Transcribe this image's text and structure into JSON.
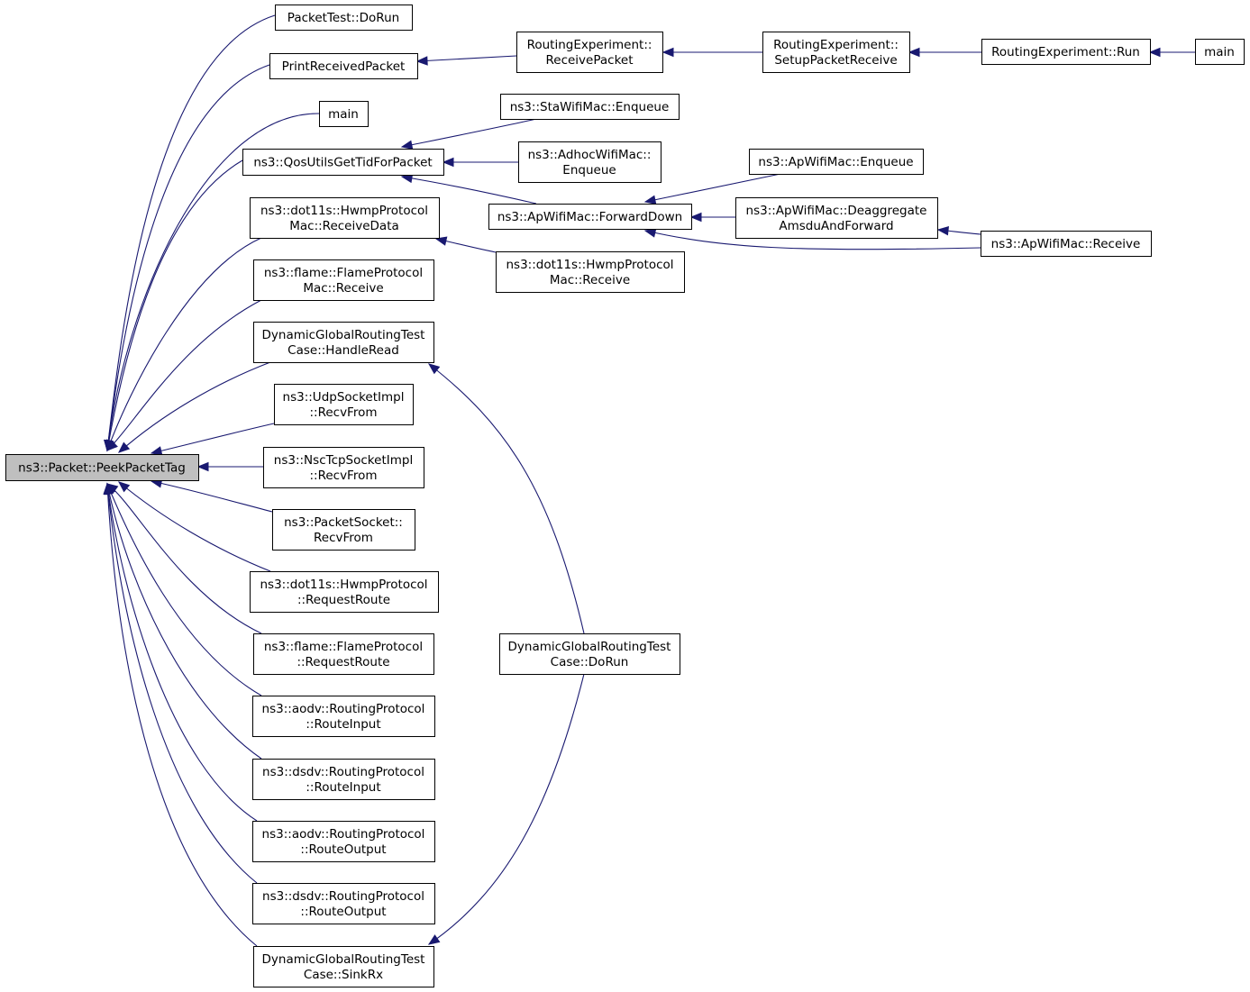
{
  "diagram": {
    "root": "peek_packet_tag",
    "colors": {
      "edge": "#191970",
      "node_border": "#000000",
      "root_fill": "#bfbfbf"
    },
    "nodes": [
      {
        "id": "peek_packet_tag",
        "lines": [
          "ns3::Packet::PeekPacketTag"
        ]
      },
      {
        "id": "packettest_dorun",
        "lines": [
          "PacketTest::DoRun"
        ]
      },
      {
        "id": "print_received_packet",
        "lines": [
          "PrintReceivedPacket"
        ]
      },
      {
        "id": "main_a",
        "lines": [
          "main"
        ]
      },
      {
        "id": "qos_get_tid",
        "lines": [
          "ns3::QosUtilsGetTidForPacket"
        ]
      },
      {
        "id": "hwmp_receive_data",
        "lines": [
          "ns3::dot11s::HwmpProtocol",
          "Mac::ReceiveData"
        ]
      },
      {
        "id": "flame_mac_receive",
        "lines": [
          "ns3::flame::FlameProtocol",
          "Mac::Receive"
        ]
      },
      {
        "id": "dgr_handle_read",
        "lines": [
          "DynamicGlobalRoutingTest",
          "Case::HandleRead"
        ]
      },
      {
        "id": "udp_recvfrom",
        "lines": [
          "ns3::UdpSocketImpl",
          "::RecvFrom"
        ]
      },
      {
        "id": "nsctcp_recvfrom",
        "lines": [
          "ns3::NscTcpSocketImpl",
          "::RecvFrom"
        ]
      },
      {
        "id": "packetsocket_recvfrom",
        "lines": [
          "ns3::PacketSocket::",
          "RecvFrom"
        ]
      },
      {
        "id": "hwmp_request_route",
        "lines": [
          "ns3::dot11s::HwmpProtocol",
          "::RequestRoute"
        ]
      },
      {
        "id": "flame_request_route",
        "lines": [
          "ns3::flame::FlameProtocol",
          "::RequestRoute"
        ]
      },
      {
        "id": "aodv_route_input",
        "lines": [
          "ns3::aodv::RoutingProtocol",
          "::RouteInput"
        ]
      },
      {
        "id": "dsdv_route_input",
        "lines": [
          "ns3::dsdv::RoutingProtocol",
          "::RouteInput"
        ]
      },
      {
        "id": "aodv_route_output",
        "lines": [
          "ns3::aodv::RoutingProtocol",
          "::RouteOutput"
        ]
      },
      {
        "id": "dsdv_route_output",
        "lines": [
          "ns3::dsdv::RoutingProtocol",
          "::RouteOutput"
        ]
      },
      {
        "id": "dgr_sink_rx",
        "lines": [
          "DynamicGlobalRoutingTest",
          "Case::SinkRx"
        ]
      },
      {
        "id": "re_receive_packet",
        "lines": [
          "RoutingExperiment::",
          "ReceivePacket"
        ]
      },
      {
        "id": "sta_enqueue",
        "lines": [
          "ns3::StaWifiMac::Enqueue"
        ]
      },
      {
        "id": "adhoc_enqueue",
        "lines": [
          "ns3::AdhocWifiMac::",
          "Enqueue"
        ]
      },
      {
        "id": "ap_forward_down",
        "lines": [
          "ns3::ApWifiMac::ForwardDown"
        ]
      },
      {
        "id": "hwmp_mac_receive",
        "lines": [
          "ns3::dot11s::HwmpProtocol",
          "Mac::Receive"
        ]
      },
      {
        "id": "dgr_dorun",
        "lines": [
          "DynamicGlobalRoutingTest",
          "Case::DoRun"
        ]
      },
      {
        "id": "re_setup",
        "lines": [
          "RoutingExperiment::",
          "SetupPacketReceive"
        ]
      },
      {
        "id": "ap_enqueue",
        "lines": [
          "ns3::ApWifiMac::Enqueue"
        ]
      },
      {
        "id": "ap_deaggregate",
        "lines": [
          "ns3::ApWifiMac::Deaggregate",
          "AmsduAndForward"
        ]
      },
      {
        "id": "re_run",
        "lines": [
          "RoutingExperiment::Run"
        ]
      },
      {
        "id": "ap_receive",
        "lines": [
          "ns3::ApWifiMac::Receive"
        ]
      },
      {
        "id": "main_b",
        "lines": [
          "main"
        ]
      }
    ],
    "edges": [
      [
        "packettest_dorun",
        "peek_packet_tag"
      ],
      [
        "print_received_packet",
        "peek_packet_tag"
      ],
      [
        "main_a",
        "peek_packet_tag"
      ],
      [
        "qos_get_tid",
        "peek_packet_tag"
      ],
      [
        "hwmp_receive_data",
        "peek_packet_tag"
      ],
      [
        "flame_mac_receive",
        "peek_packet_tag"
      ],
      [
        "dgr_handle_read",
        "peek_packet_tag"
      ],
      [
        "udp_recvfrom",
        "peek_packet_tag"
      ],
      [
        "nsctcp_recvfrom",
        "peek_packet_tag"
      ],
      [
        "packetsocket_recvfrom",
        "peek_packet_tag"
      ],
      [
        "hwmp_request_route",
        "peek_packet_tag"
      ],
      [
        "flame_request_route",
        "peek_packet_tag"
      ],
      [
        "aodv_route_input",
        "peek_packet_tag"
      ],
      [
        "dsdv_route_input",
        "peek_packet_tag"
      ],
      [
        "aodv_route_output",
        "peek_packet_tag"
      ],
      [
        "dsdv_route_output",
        "peek_packet_tag"
      ],
      [
        "dgr_sink_rx",
        "peek_packet_tag"
      ],
      [
        "re_receive_packet",
        "print_received_packet"
      ],
      [
        "sta_enqueue",
        "qos_get_tid"
      ],
      [
        "adhoc_enqueue",
        "qos_get_tid"
      ],
      [
        "ap_forward_down",
        "qos_get_tid"
      ],
      [
        "hwmp_mac_receive",
        "hwmp_receive_data"
      ],
      [
        "dgr_dorun",
        "dgr_handle_read"
      ],
      [
        "dgr_dorun",
        "dgr_sink_rx"
      ],
      [
        "re_setup",
        "re_receive_packet"
      ],
      [
        "ap_enqueue",
        "ap_forward_down"
      ],
      [
        "ap_deaggregate",
        "ap_forward_down"
      ],
      [
        "ap_receive",
        "ap_forward_down"
      ],
      [
        "re_run",
        "re_setup"
      ],
      [
        "ap_receive",
        "ap_deaggregate"
      ],
      [
        "main_b",
        "re_run"
      ]
    ]
  }
}
